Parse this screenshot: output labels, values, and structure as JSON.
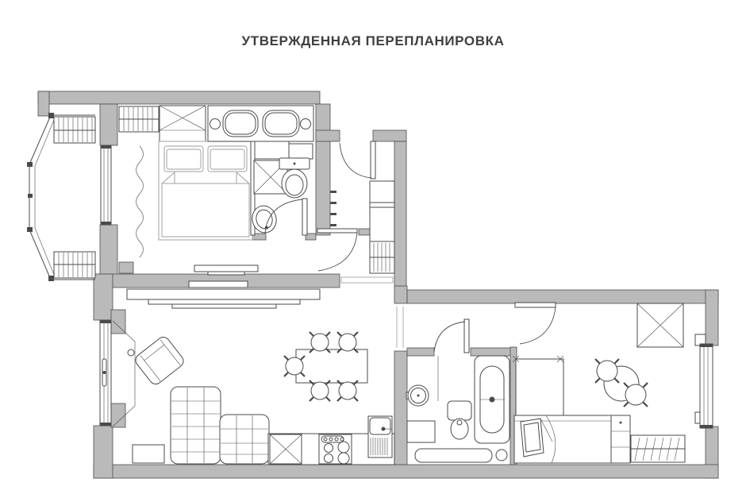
{
  "title": "УТВЕРЖДЕННАЯ ПЕРЕПЛАНИРОВКА",
  "colors": {
    "background": "#ffffff",
    "wall_fill": "#bababa",
    "wall_stroke": "#4e4e4e",
    "line": "#4a4a4a",
    "light_furniture": "#b0b0b0",
    "threshold": "#9a9a9a",
    "title_text": "#3f3f3f"
  },
  "plan": {
    "type": "apartment-floor-plan",
    "elements": [
      "bay-window",
      "radiator",
      "window",
      "curtain",
      "double-bed",
      "wardrobe",
      "tv",
      "vanity-with-two-sinks",
      "shower",
      "toilet",
      "wash-basin",
      "entry-door",
      "interior-door",
      "coat-hooks",
      "closet-shelves",
      "shoe-rack",
      "tv-console",
      "armchair",
      "side-table",
      "corner-sofa",
      "dining-table",
      "dining-chairs",
      "fridge-cabinet",
      "stove",
      "kitchen-sink",
      "bathtub",
      "bath-bench",
      "single-bed",
      "drawer-unit",
      "round-table",
      "chairs"
    ]
  }
}
